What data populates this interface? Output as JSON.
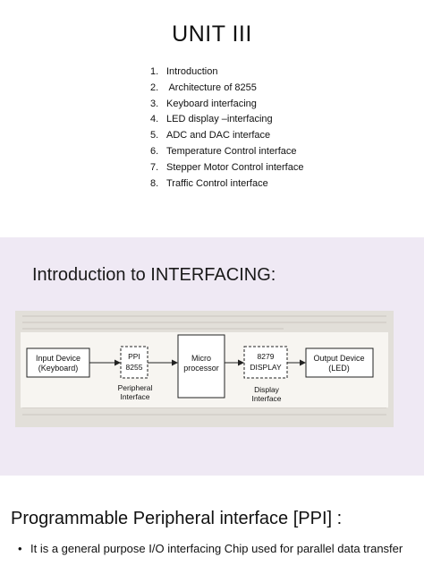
{
  "slide1": {
    "title": "UNIT III",
    "topics": [
      {
        "num": "1.",
        "label": "Introduction"
      },
      {
        "num": "2.",
        "label": " Architecture of 8255"
      },
      {
        "num": "3.",
        "label": "Keyboard interfacing"
      },
      {
        "num": "4.",
        "label": "LED display –interfacing"
      },
      {
        "num": "5.",
        "label": "ADC and DAC interface"
      },
      {
        "num": "6.",
        "label": "Temperature Control interface"
      },
      {
        "num": "7.",
        "label": "Stepper Motor Control interface"
      },
      {
        "num": "8.",
        "label": "Traffic Control interface"
      }
    ]
  },
  "slide2": {
    "title": "Introduction to INTERFACING:",
    "diagram": {
      "input_line1": "Input Device",
      "input_line2": "(Keyboard)",
      "ppi_line1": "PPI",
      "ppi_line2": "8255",
      "ppi_caption_line1": "Peripheral",
      "ppi_caption_line2": "Interface",
      "micro_line1": "Micro",
      "micro_line2": "processor",
      "display_line1": "8279",
      "display_line2": "DISPLAY",
      "display_caption_line1": "Display",
      "display_caption_line2": "Interface",
      "output_line1": "Output Device",
      "output_line2": "(LED)"
    }
  },
  "slide3": {
    "title": "Programmable Peripheral interface [PPI] :",
    "bullet_symbol": "•",
    "bullet_text": "It is a general purpose I/O interfacing Chip used for parallel data transfer"
  },
  "colors": {
    "slide2_background": "#efe9f4",
    "scan_background": "#e2dfd9"
  }
}
